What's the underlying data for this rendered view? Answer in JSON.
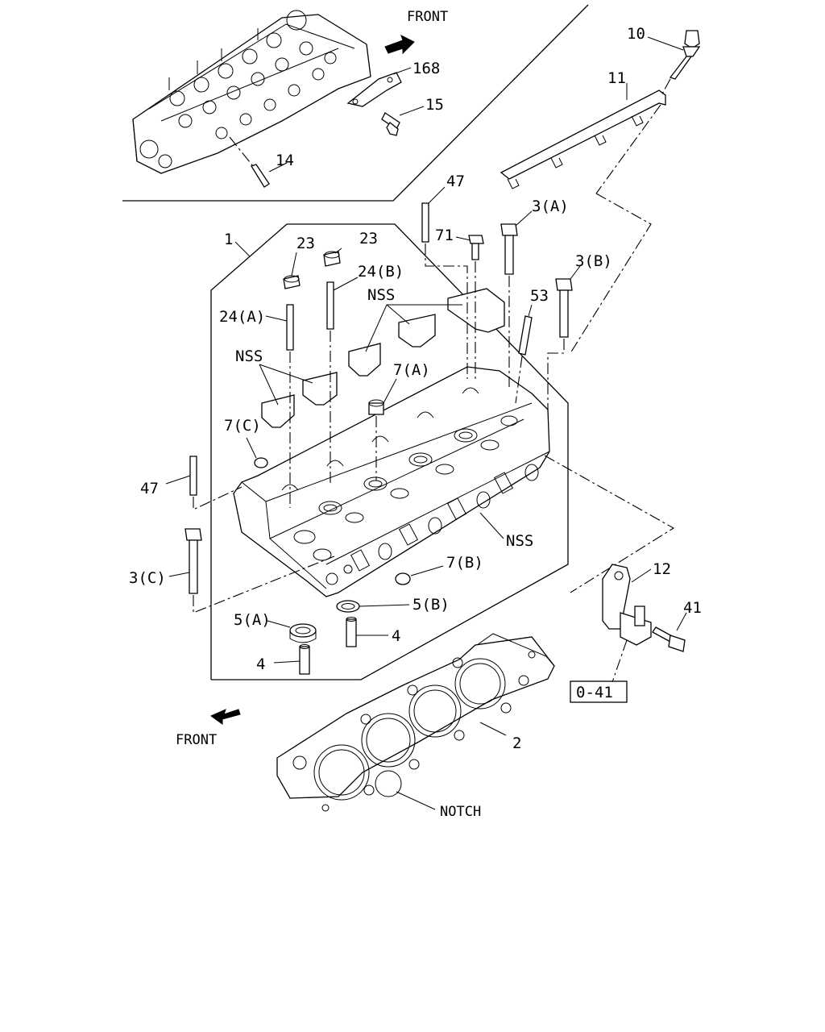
{
  "labels": {
    "front_top": "FRONT",
    "front_bottom": "FRONT",
    "p168": "168",
    "p15": "15",
    "p14": "14",
    "p10": "10",
    "p11": "11",
    "p47_top": "47",
    "p47_left": "47",
    "p3a": "3(A)",
    "p3b": "3(B)",
    "p3c": "3(C)",
    "p71": "71",
    "p1": "1",
    "p23_a": "23",
    "p23_b": "23",
    "p24b": "24(B)",
    "p24a": "24(A)",
    "nss_top": "NSS",
    "nss_left": "NSS",
    "nss_right": "NSS",
    "p53": "53",
    "p7a": "7(A)",
    "p7b": "7(B)",
    "p7c": "7(C)",
    "p12": "12",
    "p41": "41",
    "ref_041": "0-41",
    "p5a": "5(A)",
    "p5b": "5(B)",
    "p4_right": "4",
    "p4_left": "4",
    "p2": "2",
    "notch": "NOTCH"
  }
}
